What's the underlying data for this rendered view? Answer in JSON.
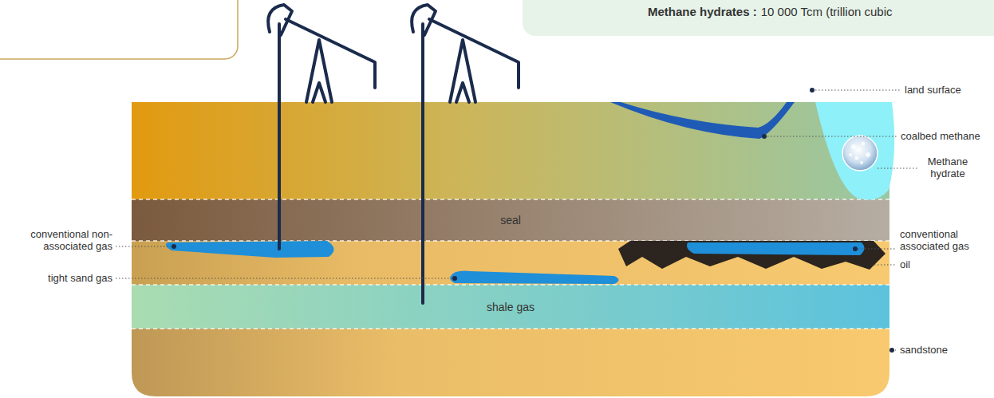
{
  "diagram": {
    "nodes": [
      {
        "text": [
          "seal"
        ]
      },
      {
        "text": [
          "shale gas"
        ]
      }
    ],
    "labels": [
      "Methane hydrates :",
      "10 000 Tcm (trillion cubic",
      "land surface",
      "coalbed methane",
      "Methane hydrate",
      "conventional non-associated gas",
      "conventional associated gas",
      "oil",
      "tight sand gas",
      "sandstone"
    ]
  }
}
